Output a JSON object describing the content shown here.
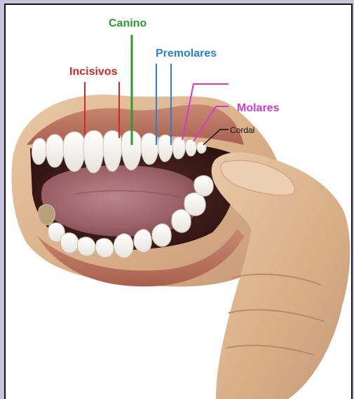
{
  "labels": {
    "canino": "Canino",
    "premolares": "Premolares",
    "incisivos": "Incisivos",
    "molares": "Molares",
    "cordal": "Cordal"
  },
  "colors": {
    "canino": "#2e9a2e",
    "premolares": "#2a7fd4",
    "incisivos": "#d42828",
    "molares": "#d23ad2",
    "cordal": "#111111",
    "frame": "#c9c3dc"
  }
}
